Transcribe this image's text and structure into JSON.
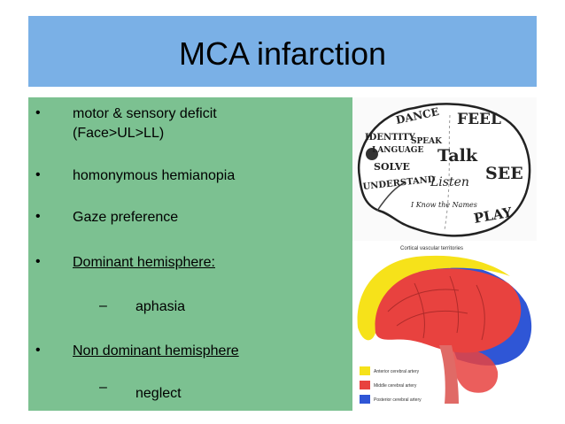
{
  "slide": {
    "title": "MCA infarction",
    "bullets": [
      {
        "marker": "•",
        "text": "motor & sensory deficit",
        "text2": "(Face>UL>LL)"
      },
      {
        "marker": "•",
        "text": "homonymous hemianopia"
      },
      {
        "marker": "•",
        "text": "Gaze preference"
      },
      {
        "marker": "•",
        "text": "Dominant hemisphere:"
      },
      {
        "marker": "–",
        "text": "aphasia"
      },
      {
        "marker": "•",
        "text": "Non dominant hemisphere"
      },
      {
        "marker": "–",
        "text": "neglect"
      }
    ]
  },
  "brain_words": {
    "words": [
      "DANCE",
      "FEEL",
      "IDENTITY",
      "LANGUAGE",
      "Talk",
      "SPEAK",
      "SOLVE",
      "Listen",
      "SEE",
      "UNDERSTAND",
      "PLAY",
      "I Know the Names"
    ]
  },
  "vascular_figure": {
    "title": "Cortical vascular territories",
    "legend": [
      {
        "label": "Anterior cerebral artery",
        "color": "#f6e21a"
      },
      {
        "label": "Middle cerebral artery",
        "color": "#e8423f"
      },
      {
        "label": "Posterior cerebral artery",
        "color": "#2f56d6"
      }
    ]
  },
  "colors": {
    "title_bar": "#7ab0e6",
    "content_panel": "#7cc191"
  }
}
